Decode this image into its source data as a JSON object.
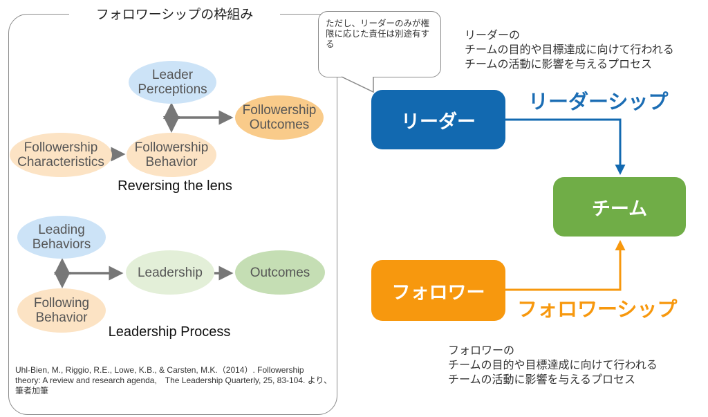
{
  "frame": {
    "title": "フォロワーシップの枠組み",
    "reversing": {
      "nodes": {
        "leader_perceptions": "Leader\nPerceptions",
        "followership_outcomes": "Followership\nOutcomes",
        "followership_characteristics": "Followership\nCharacteristics",
        "followership_behavior": "Followership\nBehavior"
      },
      "caption": "Reversing the lens"
    },
    "process": {
      "nodes": {
        "leading_behaviors": "Leading\nBehaviors",
        "following_behavior": "Following\nBehavior",
        "leadership": "Leadership",
        "outcomes": "Outcomes"
      },
      "caption": "Leadership Process"
    },
    "citation": "Uhl-Bien, M., Riggio, R.E., Lowe, K.B., & Carsten, M.K.（2014）. Followership　theory: A review and research agenda,　The Leadership Quarterly, 25, 83-104. より、筆者加筆"
  },
  "callout": {
    "text": "ただし、リーダーのみが権限に応じた責任は別途有する"
  },
  "leader_desc": {
    "line1": "リーダーの",
    "line2": "チームの目的や目標達成に向けて行われる",
    "line3": "チームの活動に影響を与えるプロセス"
  },
  "follower_desc": {
    "line1": "フォロワーの",
    "line2": "チームの目的や目標達成に向けて行われる",
    "line3": "チームの活動に影響を与えるプロセス"
  },
  "boxes": {
    "leader": "リーダー",
    "team": "チーム",
    "follower": "フォロワー"
  },
  "labels": {
    "leadership": "リーダーシップ",
    "followership": "フォロワーシップ"
  },
  "colors": {
    "leader_blue": "#1269b0",
    "team_green": "#70ad47",
    "follower_orange": "#f7980e",
    "leadership_label": "#1b6db4",
    "followership_label": "#f7980e"
  }
}
